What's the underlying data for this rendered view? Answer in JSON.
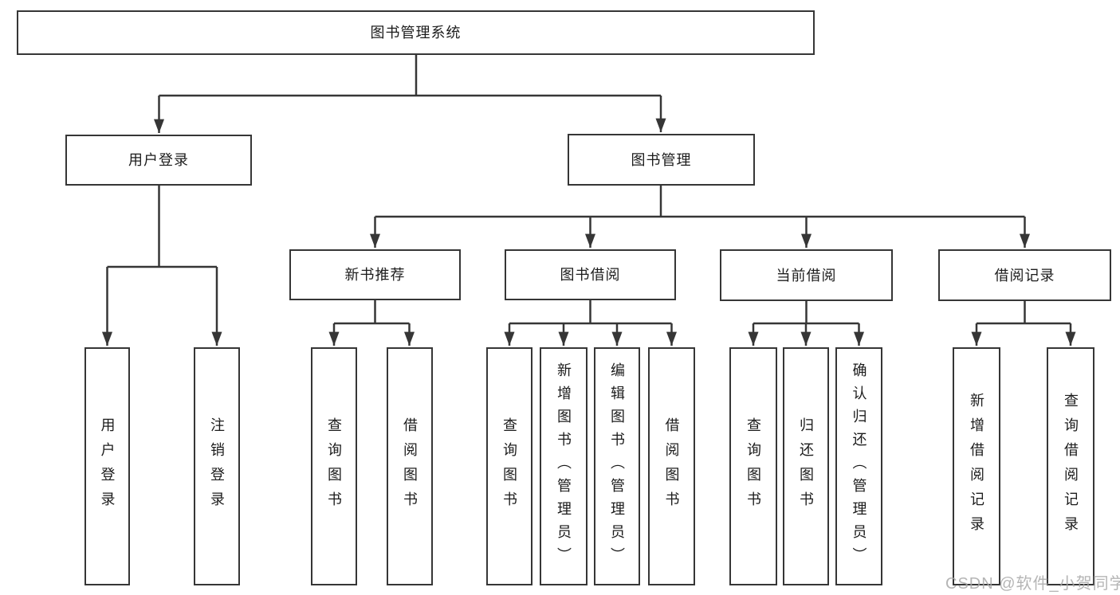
{
  "diagram": {
    "tree": {
      "label": "图书管理系统",
      "children": [
        {
          "label": "用户登录",
          "children": [
            {
              "label": "用户登录"
            },
            {
              "label": "注销登录"
            }
          ]
        },
        {
          "label": "图书管理",
          "children": [
            {
              "label": "新书推荐",
              "children": [
                {
                  "label": "查询图书"
                },
                {
                  "label": "借阅图书"
                }
              ]
            },
            {
              "label": "图书借阅",
              "children": [
                {
                  "label": "查询图书"
                },
                {
                  "label": "新增图书（管理员）"
                },
                {
                  "label": "编辑图书（管理员）"
                },
                {
                  "label": "借阅图书"
                }
              ]
            },
            {
              "label": "当前借阅",
              "children": [
                {
                  "label": "查询图书"
                },
                {
                  "label": "归还图书"
                },
                {
                  "label": "确认归还（管理员）"
                }
              ]
            },
            {
              "label": "借阅记录",
              "children": [
                {
                  "label": "新增借阅记录"
                },
                {
                  "label": "查询借阅记录"
                }
              ]
            }
          ]
        }
      ]
    },
    "colors": {
      "line": "#363636",
      "box_border": "#363636",
      "text": "#1c1c1c",
      "watermark": "#a8a8a8",
      "background": "#ffffff"
    }
  },
  "watermark": {
    "text": "CSDN @软件_小贺同学"
  }
}
